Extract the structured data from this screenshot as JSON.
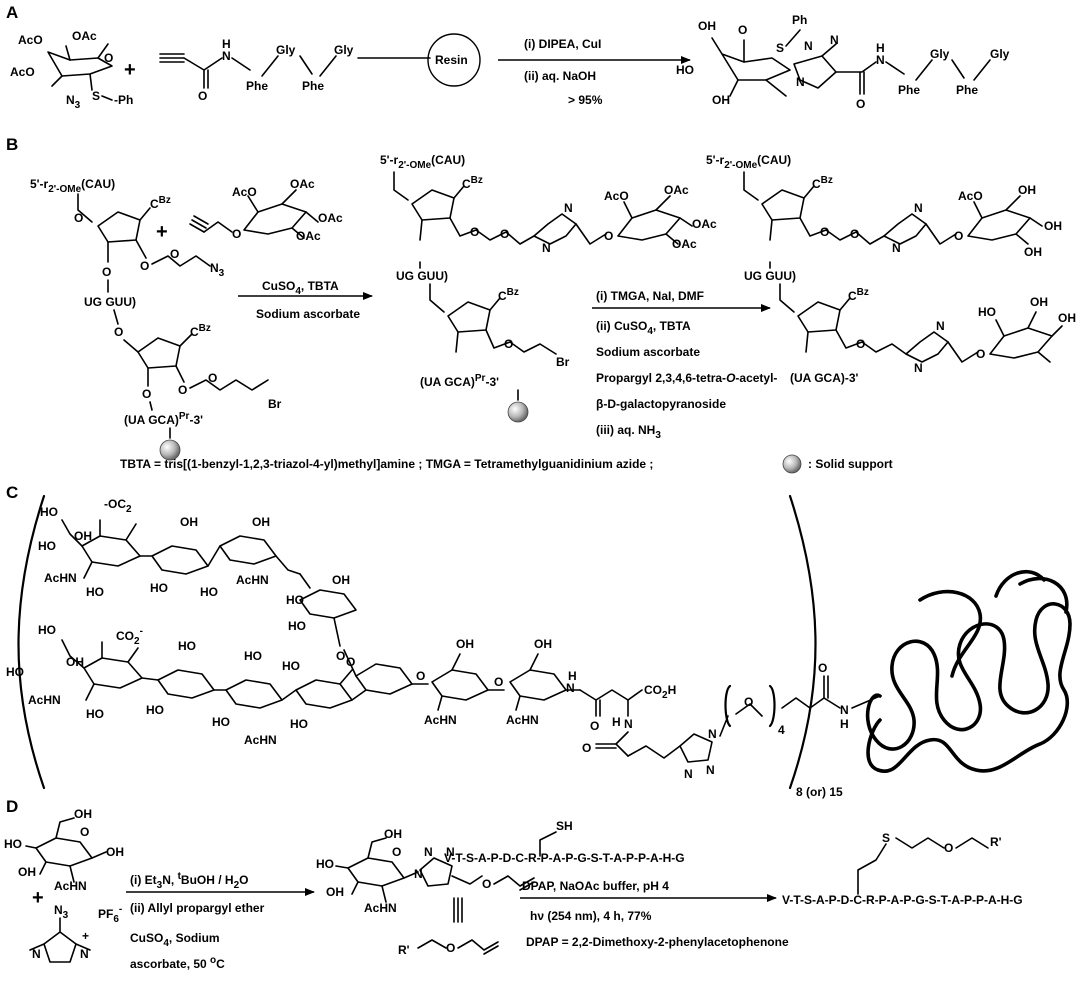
{
  "panels": {
    "a": {
      "letter": "A",
      "sm_sugar": {
        "l1": "AcO",
        "l2": "OAc",
        "l3": "AcO",
        "l4": "O",
        "l5": "N",
        "l5s": "3",
        "l6": "S",
        "l7": "Ph"
      },
      "plus": "+",
      "alkyne_peptide": {
        "nh": "H",
        "n": "N",
        "o": "O",
        "phe1": "Phe",
        "gly1": "Gly",
        "phe2": "Phe",
        "gly2": "Gly",
        "resin": "Resin"
      },
      "conditions": {
        "c1": "(i) DIPEA, CuI",
        "c2": "(ii) aq. NaOH",
        "yield": "> 95%"
      },
      "product": {
        "oh1": "OH",
        "o": "O",
        "s": "S",
        "ph": "Ph",
        "ho": "HO",
        "oh2": "OH",
        "n1": "N",
        "n2": "N",
        "n3": "N",
        "nh": "H",
        "namide": "N",
        "oamide": "O",
        "phe1": "Phe",
        "gly1": "Gly",
        "phe2": "Phe",
        "gly2": "Gly"
      }
    },
    "b": {
      "letter": "B",
      "sm": {
        "head": "5'-r",
        "head_sub": "2'-OMe",
        "head_tail": "(CAU)",
        "o": "O",
        "cbz": "C",
        "cbz_sup": "Bz",
        "n3": "N",
        "n3s": "3",
        "ug": "UG GUU)",
        "o2": "O",
        "cbz2": "C",
        "cbz2_sup": "Bz",
        "ua": "(UA GCA)",
        "pr": "Pr",
        "end": "-3'",
        "br": "Br"
      },
      "alkyne_sugar": {
        "aco1": "AcO",
        "oac1": "OAc",
        "oac2": "OAc",
        "oac3": "OAc",
        "o": "O"
      },
      "plus": "+",
      "cond1": {
        "c1": "CuSO",
        "c1s": "4",
        "c1t": ", TBTA",
        "c2": "Sodium ascorbate"
      },
      "mid": {
        "head": "5'-r",
        "head_sub": "2'-OMe",
        "head_tail": "(CAU)",
        "cbz": "C",
        "cbz_sup": "Bz",
        "ug": "UG GUU)",
        "ua": "(UA GCA)",
        "pr": "Pr",
        "end": "-3'",
        "br": "Br",
        "aco": "AcO",
        "oac1": "OAc",
        "oac2": "OAc",
        "oac3": "OAc",
        "n1": "N",
        "n2": "N"
      },
      "cond2": {
        "c1": "(i) TMGA, NaI, DMF",
        "c2": "(ii) CuSO",
        "c2s": "4",
        "c2t": ", TBTA",
        "c3": "Sodium ascorbate",
        "c4": "Propargyl 2,3,4,6-tetra-",
        "c4i": "O",
        "c4t": "-acetyl-",
        "c5": "β-D-galactopyranoside",
        "c6": "(iii) aq. NH",
        "c6s": "3"
      },
      "prod": {
        "head": "5'-r",
        "head_sub": "2'-OMe",
        "head_tail": "(CAU)",
        "cbz": "C",
        "cbz_sup": "Bz",
        "ug": "UG GUU)",
        "ua": "(UA GCA)-3'",
        "aco": "AcO",
        "oh1": "OH",
        "oh2": "OH",
        "oh3": "OH",
        "ho": "HO",
        "oh4": "OH",
        "oh5": "OH",
        "n1": "N",
        "n2": "N"
      },
      "footnote": {
        "f1": "TBTA = tris[(1-benzyl-1,2,3-triazol-4-yl)methyl]amine ; TMGA = Tetramethylguanidinium azide ;",
        "f2": ": Solid support"
      }
    },
    "c": {
      "letter": "C",
      "top": {
        "ho1": "HO",
        "co2": "-O",
        "co2b": "C",
        "co2s": "2",
        "ho2": "HO",
        "oh1": "OH",
        "achn": "AcHN",
        "ho3": "HO",
        "achn2": "AcHN",
        "ho4": "HO",
        "oh2": "OH",
        "o": "O"
      },
      "bottom": {
        "ho1": "HO",
        "co2": "CO",
        "co2s": "2",
        "co2sup": "-",
        "ho2": "HO",
        "oh1": "OH",
        "achn": "AcHN",
        "ho3": "HO",
        "ho4": "HO",
        "achn2": "AcHN",
        "ho5": "HO",
        "o": "O"
      },
      "core": {
        "oh1": "OH",
        "oh2": "OH",
        "achn1": "AcHN",
        "achn2": "AcHN",
        "ho": "HO",
        "o": "O",
        "nh": "H",
        "n": "N",
        "co2h": "CO",
        "co2hs": "2",
        "co2ht": "H",
        "o2": "O",
        "nh2": "H",
        "n2": "N",
        "o3": "O",
        "n_t1": "N",
        "n_t2": "N",
        "n_t3": "N",
        "o4": "O",
        "sub4": "4",
        "o5": "O",
        "nh3": "H",
        "n3": "N"
      },
      "repeat": "8 (or) 15"
    },
    "d": {
      "letter": "D",
      "glc": {
        "oh1": "OH",
        "ho": "HO",
        "o": "O",
        "oh2": "OH",
        "oh3": "OH",
        "achn": "AcHN"
      },
      "plus": "+",
      "reagent": {
        "n3": "N",
        "n3s": "3",
        "n1": "N",
        "n2": "N",
        "plus": "+",
        "pf6": "PF",
        "pf6s": "6",
        "pf6sup": "-"
      },
      "cond1": {
        "c1": "(i) Et",
        "c1s": "3",
        "c1t": "N, ",
        "c1sup": "t",
        "c1u": "BuOH / H",
        "c1us": "2",
        "c1uo": "O",
        "c2": "(ii) Allyl propargyl ether",
        "c3": "CuSO",
        "c3s": "4",
        "c3t": ", Sodium",
        "c4": "ascorbate, 50 ",
        "c4sup": "o",
        "c4t": "C"
      },
      "inter": {
        "oh1": "OH",
        "ho": "HO",
        "o": "O",
        "oh2": "OH",
        "achn": "AcHN",
        "n1": "N",
        "n2": "N",
        "n3": "N",
        "r": "R'",
        "o2": "O",
        "o3": "O"
      },
      "peptide1": {
        "sh": "SH",
        "seq_a": "V-T-S-A-P-D-",
        "c": "C",
        "seq_b": "-R-P-A-P-G-S-T-A-P-P-A-H-G"
      },
      "cond2": {
        "c1": "DPAP,  NaOAc buffer, pH 4",
        "c2": "hν (254 nm), 4 h, 77%",
        "c3": "DPAP = 2,2-Dimethoxy-2-phenylacetophenone"
      },
      "peptide2": {
        "s": "S",
        "o": "O",
        "r": "R'",
        "seq_a": "V-T-S-A-P-D-",
        "c": "C",
        "seq_b": "-R-P-A-P-G-S-T-A-P-P-A-H-G"
      }
    }
  }
}
